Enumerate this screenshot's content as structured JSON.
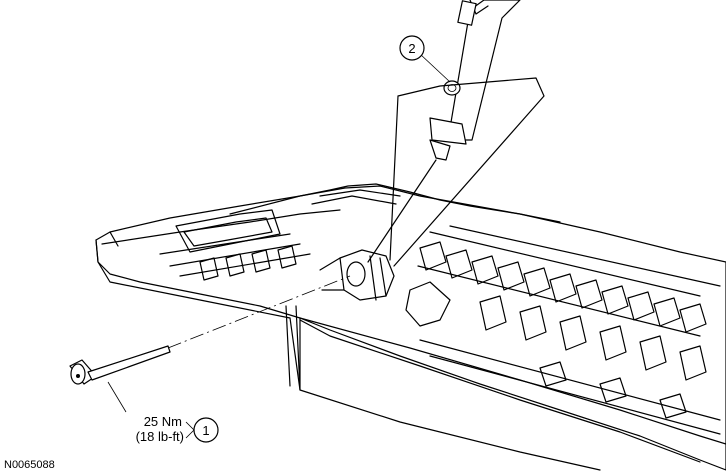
{
  "callouts": [
    {
      "number": "1",
      "torque_nm": "25 Nm",
      "torque_lbft": "(18 lb-ft)"
    },
    {
      "number": "2"
    }
  ],
  "figure_id": "N0065088"
}
